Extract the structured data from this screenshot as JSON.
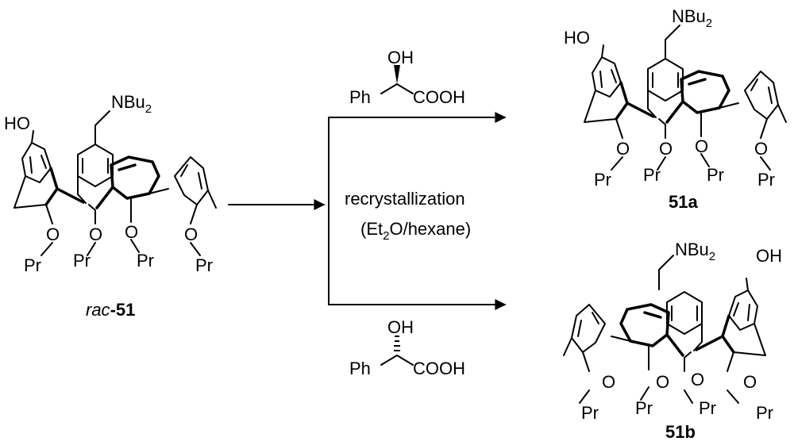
{
  "scheme": {
    "substituents": {
      "amine": "NBu",
      "amine_subscript": "2",
      "hydroxy": "OH",
      "hydroxy_left": "HO",
      "ether_o": "O",
      "propyl": "Pr"
    },
    "starting_material": {
      "prefix": "rac",
      "number": "-51"
    },
    "reagent_top": {
      "oh": "OH",
      "ph": "Ph",
      "acid": "COOH"
    },
    "reagent_bottom": {
      "oh": "OH",
      "ph": "Ph",
      "acid": "COOH"
    },
    "conditions": {
      "line1": "recrystallization",
      "line2_open": "(Et",
      "line2_sub": "2",
      "line2_close": "O/hexane)"
    },
    "product_a": {
      "label": "51a"
    },
    "product_b": {
      "label": "51b"
    }
  }
}
